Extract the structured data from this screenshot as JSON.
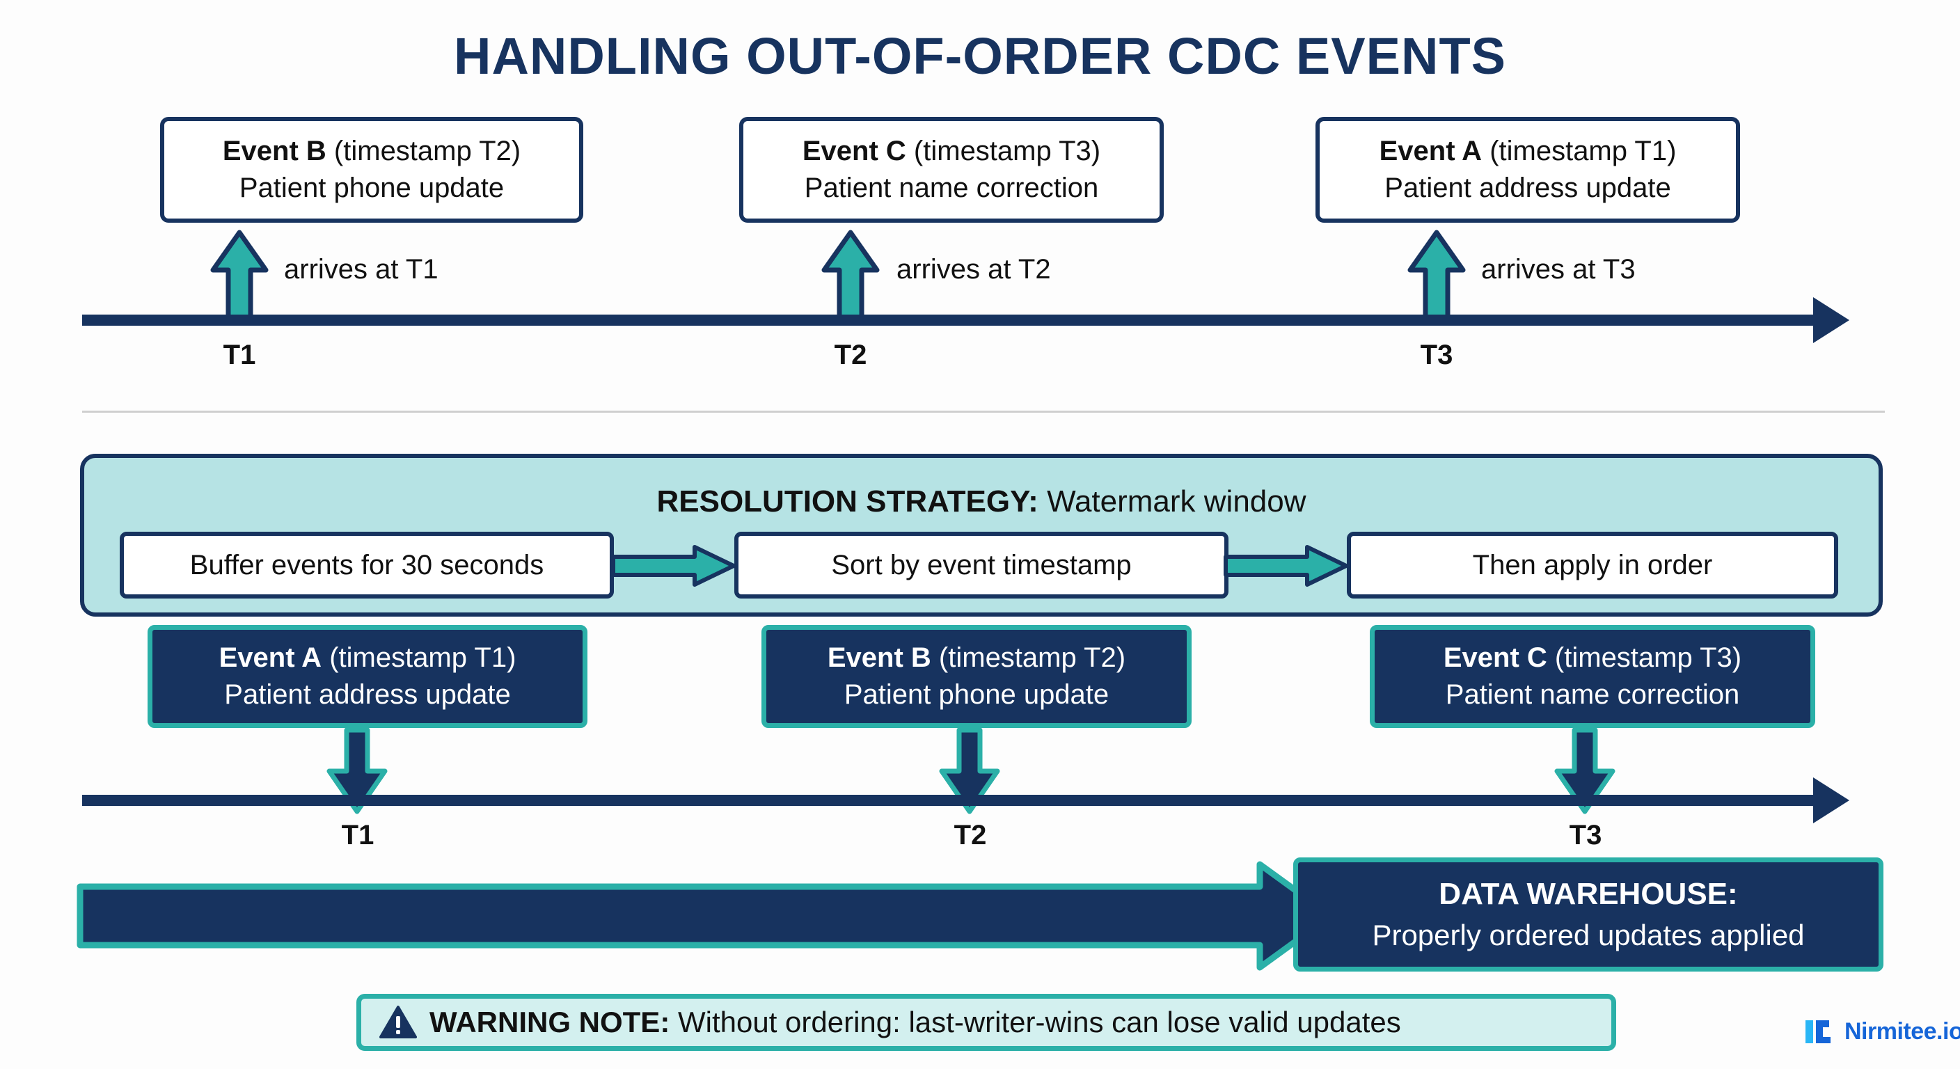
{
  "title": "HANDLING OUT-OF-ORDER CDC EVENTS",
  "colors": {
    "navy": "#17335f",
    "teal": "#2bb0a8",
    "band_fill": "#b6e3e4",
    "warning_fill": "#d3f0ef",
    "logo_blue": "#1565d8",
    "logo_cyan": "#29b6f6",
    "divider": "#cfcfcf",
    "text": "#111111"
  },
  "arrival_timeline": {
    "events": [
      {
        "label": "Event B",
        "timestamp_text": "(timestamp T2)",
        "description": "Patient phone update",
        "arrives_label": "arrives at T1",
        "tick": "T1"
      },
      {
        "label": "Event C",
        "timestamp_text": "(timestamp T3)",
        "description": "Patient name correction",
        "arrives_label": "arrives at T2",
        "tick": "T2"
      },
      {
        "label": "Event A",
        "timestamp_text": "(timestamp T1)",
        "description": "Patient address update",
        "arrives_label": "arrives at T3",
        "tick": "T3"
      }
    ]
  },
  "strategy": {
    "heading_strong": "RESOLUTION STRATEGY:",
    "heading_rest": " Watermark window",
    "steps": [
      "Buffer events for 30 seconds",
      "Sort by event timestamp",
      "Then apply in order"
    ]
  },
  "ordered_timeline": {
    "events": [
      {
        "label": "Event A",
        "timestamp_text": "(timestamp T1)",
        "description": "Patient address update",
        "tick": "T1"
      },
      {
        "label": "Event B",
        "timestamp_text": "(timestamp T2)",
        "description": "Patient phone update",
        "tick": "T2"
      },
      {
        "label": "Event C",
        "timestamp_text": "(timestamp T3)",
        "description": "Patient name correction",
        "tick": "T3"
      }
    ]
  },
  "data_warehouse": {
    "title": "DATA WAREHOUSE:",
    "subtitle": "Properly ordered updates applied"
  },
  "warning": {
    "icon": "warning-triangle-icon",
    "strong": "WARNING NOTE:",
    "rest": " Without ordering: last-writer-wins can lose valid updates"
  },
  "logo": {
    "text": "Nirmitee.io",
    "mark": "nirmitee-logo-mark"
  }
}
